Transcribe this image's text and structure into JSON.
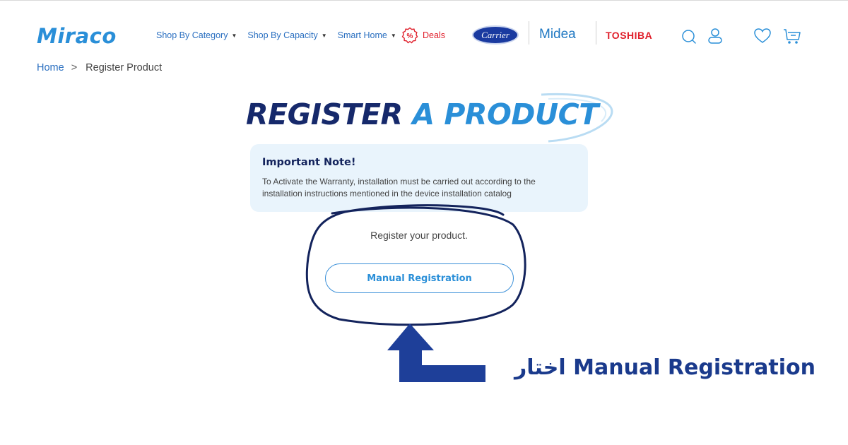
{
  "header": {
    "logo": "Miraco",
    "nav": [
      {
        "label": "Shop By Category"
      },
      {
        "label": "Shop By Capacity"
      },
      {
        "label": "Smart Home"
      }
    ],
    "deals_label": "Deals",
    "deals_badge": "%",
    "brands": {
      "carrier": "Carrier",
      "midea": "Midea",
      "toshiba": "TOSHIBA"
    },
    "icons": [
      "search-icon",
      "user-icon",
      "heart-icon",
      "cart-icon"
    ]
  },
  "breadcrumb": {
    "home": "Home",
    "separator": ">",
    "current": "Register Product"
  },
  "heading": {
    "part1": "REGISTER",
    "part2": "A PRODUCT"
  },
  "note": {
    "title": "Important Note!",
    "text": "To Activate the Warranty, installation must be carried out according to the installation instructions mentioned in the device installation catalog"
  },
  "register": {
    "prompt": "Register your product.",
    "button_label": "Manual Registration"
  },
  "annotation": {
    "instruction": "اختار Manual Registration"
  },
  "colors": {
    "primary": "#2a8fd8",
    "navy": "#16296b",
    "deals": "#e0202c",
    "annotation": "#1a3a8c",
    "note_bg": "#e9f4fc"
  }
}
